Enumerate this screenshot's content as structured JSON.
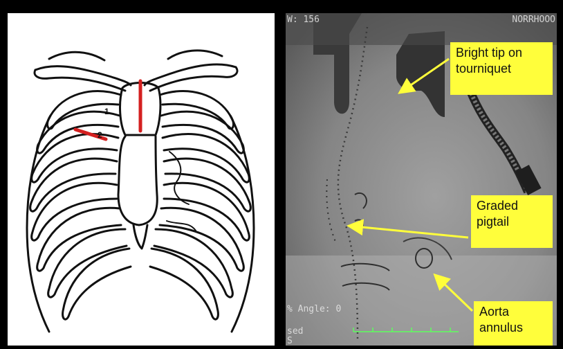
{
  "left_panel": {
    "rib_labels": [
      "1",
      "2"
    ]
  },
  "right_panel": {
    "overlay": {
      "w_readout": "W: 156",
      "corner_id": "NORRHOOO",
      "angle": "% Angle: 0",
      "footer_line1": "sed",
      "footer_line2": "S"
    },
    "callouts": {
      "bright_tip": "Bright tip on tourniquet",
      "graded_pigtail": "Graded pigtail",
      "aorta_annulus": "Aorta annulus"
    }
  },
  "colors": {
    "callout_background": "#fffe3b",
    "arrow": "#fffe3b",
    "marker_red": "#d42020"
  }
}
